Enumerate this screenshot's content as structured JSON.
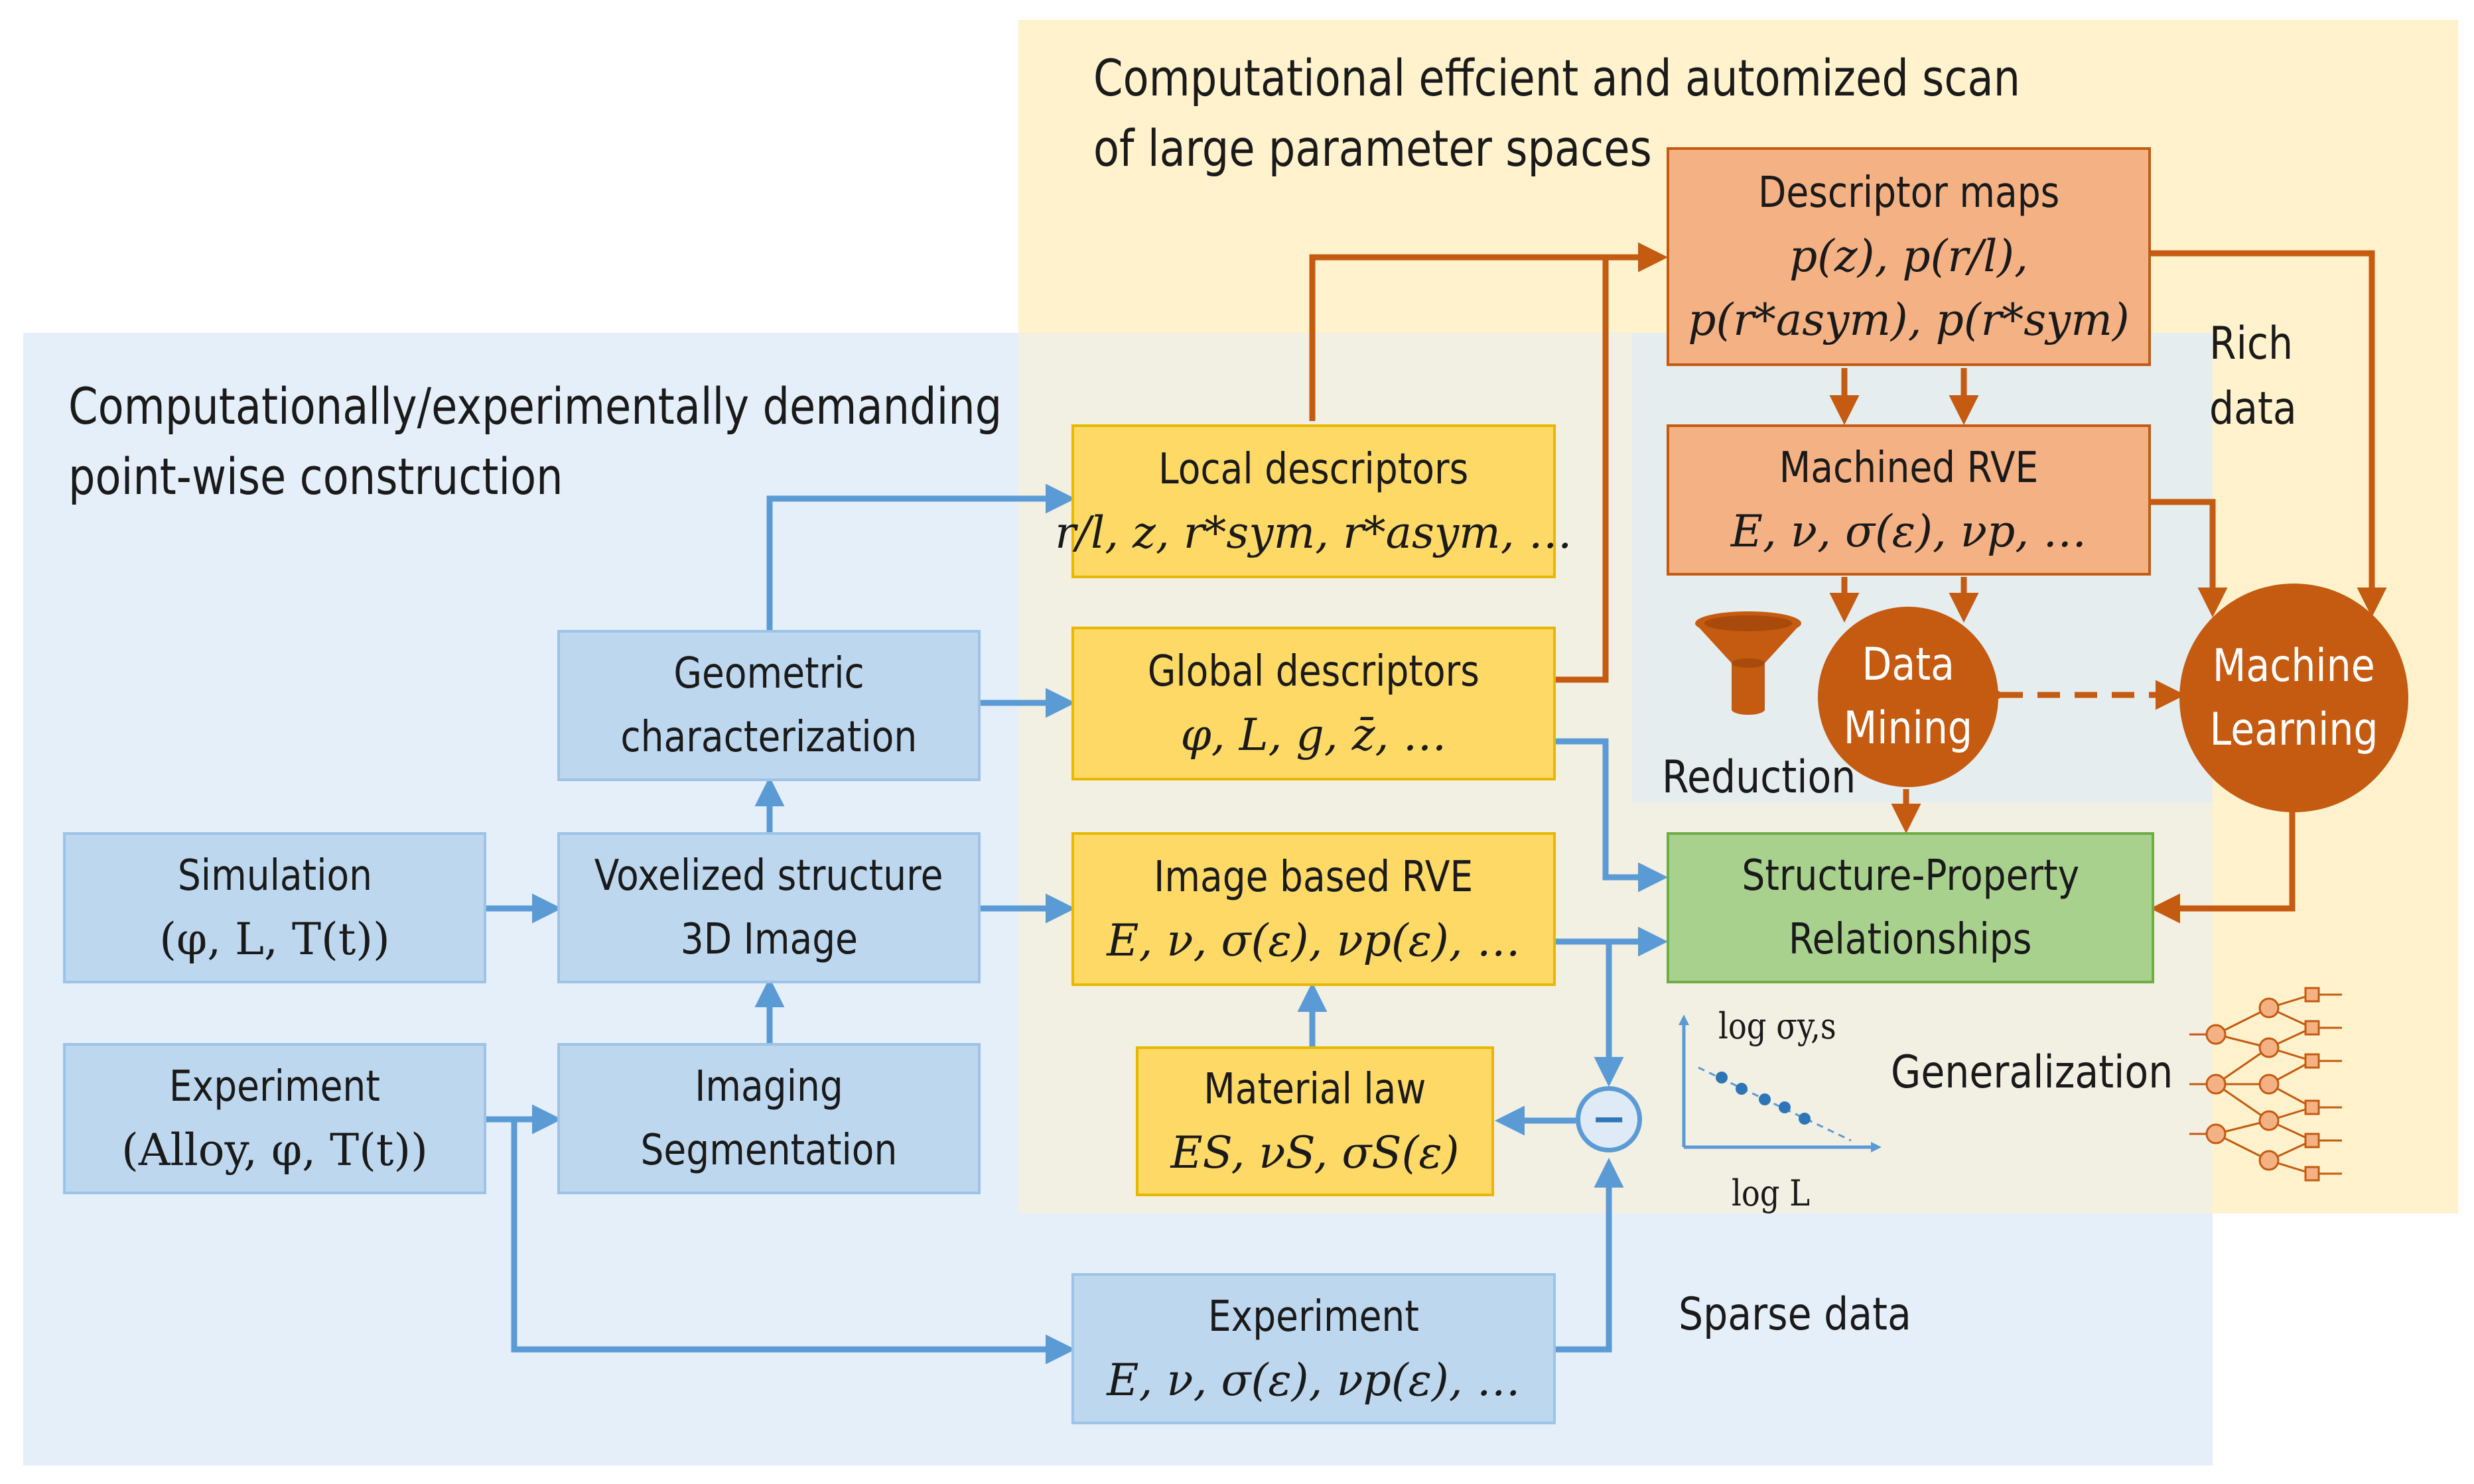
{
  "regions": {
    "blue_title": [
      "Computationally/experimentally demanding",
      "point-wise construction"
    ],
    "orange_title": [
      "Computational effcient and automized scan",
      "of large parameter spaces"
    ]
  },
  "boxes": {
    "simulation": {
      "title": "Simulation",
      "formula": "(φ, L, T(t))"
    },
    "experiment_left": {
      "title": "Experiment",
      "formula": "(Alloy, φ, T(t))"
    },
    "voxelized": {
      "title": "Voxelized structure",
      "subtitle": "3D Image"
    },
    "imaging": {
      "title": "Imaging",
      "subtitle": "Segmentation"
    },
    "geometric": {
      "title": "Geometric",
      "subtitle": "characterization"
    },
    "local_desc": {
      "title": "Local descriptors",
      "formula": "r/l, z, r*sym, r*asym, …"
    },
    "global_desc": {
      "title": "Global descriptors",
      "formula": "φ, L, g, z̄, …"
    },
    "image_rve": {
      "title": "Image based RVE",
      "formula": "E, ν, σ(ε), νp(ε), …"
    },
    "material_law": {
      "title": "Material law",
      "formula": "ES, νS, σS(ε)"
    },
    "experiment_bottom": {
      "title": "Experiment",
      "formula": "E, ν, σ(ε), νp(ε), …"
    },
    "descriptor_maps": {
      "title": "Descriptor maps",
      "formula_1": "p(z), p(r/l),",
      "formula_2": "p(r*asym), p(r*sym)"
    },
    "machined_rve": {
      "title": "Machined RVE",
      "formula": "E, ν, σ(ε), νp, …"
    },
    "spr": {
      "title": "Structure-Property",
      "subtitle": "Relationships"
    }
  },
  "circles": {
    "data_mining": [
      "Data",
      "Mining"
    ],
    "machine_learning": [
      "Machine",
      "Learning"
    ]
  },
  "labels": {
    "rich_data": [
      "Rich",
      "data"
    ],
    "reduction": "Reduction",
    "generalization": "Generalization",
    "sparse_data": "Sparse data",
    "minus": "−",
    "plot_y": "log σy,s",
    "plot_x": "log L"
  },
  "colors": {
    "blue_region": "#deebf7",
    "orange_region": "#fff2cc",
    "blue_arrow": "#5b9bd5",
    "orange_arrow": "#c55a11"
  },
  "icons": [
    "funnel-icon",
    "neural-network-icon",
    "regression-plot-icon",
    "subtract-icon"
  ]
}
